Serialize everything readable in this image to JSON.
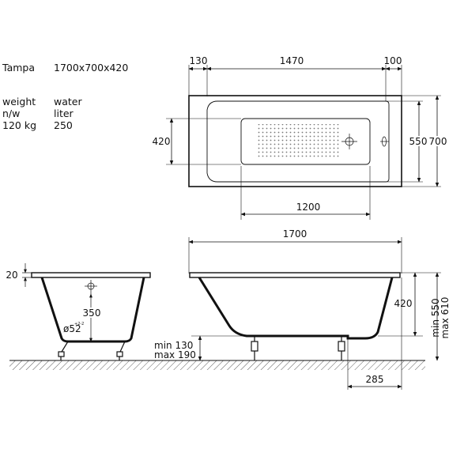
{
  "spec": {
    "model_label": "Tampa",
    "size": "1700x700x420",
    "col1": [
      "weight",
      "n/w",
      "120 kg"
    ],
    "col2": [
      "water",
      "liter",
      "250"
    ]
  },
  "top_view": {
    "dim_130": "130",
    "dim_1470": "1470",
    "dim_100": "100",
    "dim_420": "420",
    "dim_550": "550",
    "dim_700": "700",
    "dim_1200": "1200"
  },
  "end_view": {
    "dim_20": "20",
    "dim_350": "350",
    "dim_d52": "ø52",
    "dim_tol": "+2-2"
  },
  "side_view": {
    "dim_1700": "1700",
    "dim_420": "420",
    "dim_min550": "min 550",
    "dim_max610": "max 610",
    "dim_min130": "min 130",
    "dim_max190": "max 190",
    "dim_285": "285"
  }
}
